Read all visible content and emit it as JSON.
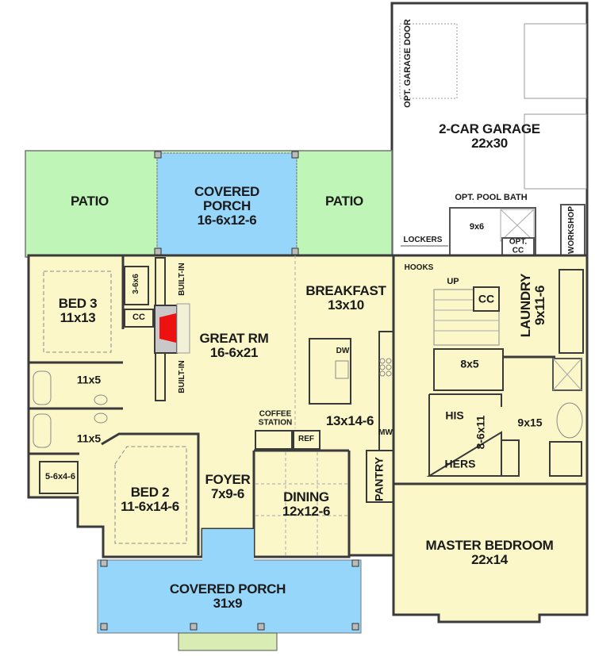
{
  "colors": {
    "interior": "#fbf7c9",
    "garage": "#ffffff",
    "patio": "#bff5b6",
    "covered_porch": "#96d6fb",
    "wall": "#3a3a3a",
    "wall_fill": "#c8c8c8",
    "fireplace": "#ee1111",
    "text": "#1a1a1a"
  },
  "rooms": {
    "garage": {
      "name": "2-CAR GARAGE",
      "dim": "22x30"
    },
    "opt_garage_door": {
      "name": "OPT. GARAGE DOOR"
    },
    "pool_bath": {
      "name": "OPT. POOL BATH",
      "dim": "9x6"
    },
    "opt_cc": {
      "name": "OPT.",
      "dim": "CC"
    },
    "workshop": {
      "name": "WORKSHOP"
    },
    "lockers": {
      "name": "LOCKERS"
    },
    "hooks": {
      "name": "HOOKS"
    },
    "patio_left": {
      "name": "PATIO"
    },
    "patio_right": {
      "name": "PATIO"
    },
    "rear_porch": {
      "name": "COVERED PORCH",
      "dim": "16-6x12-6"
    },
    "bed3": {
      "name": "BED 3",
      "dim": "11x13"
    },
    "bed3_closet": {
      "dim": "3-6x6"
    },
    "bed3_cc": {
      "name": "CC"
    },
    "built_in_top": {
      "name": "BUILT-IN"
    },
    "built_in_bottom": {
      "name": "BUILT-IN"
    },
    "great_room": {
      "name": "GREAT RM",
      "dim": "16-6x21"
    },
    "breakfast": {
      "name": "BREAKFAST",
      "dim": "13x10"
    },
    "kitchen": {
      "dim": "13x14-6"
    },
    "dw": {
      "name": "DW"
    },
    "mw": {
      "name": "MW"
    },
    "ref": {
      "name": "REF"
    },
    "coffee_station": {
      "name": "COFFEE",
      "dim": "STATION"
    },
    "pantry": {
      "name": "PANTRY"
    },
    "bath_upper": {
      "dim": "11x5"
    },
    "bath_lower": {
      "dim": "11x5"
    },
    "bed2_closet": {
      "dim": "5-6x4-6"
    },
    "bed2": {
      "name": "BED 2",
      "dim": "11-6x14-6"
    },
    "foyer": {
      "name": "FOYER",
      "dim": "7x9-6"
    },
    "dining": {
      "name": "DINING",
      "dim": "12x12-6"
    },
    "stair_up": {
      "name": "UP"
    },
    "stair_cc": {
      "name": "CC"
    },
    "laundry": {
      "name": "LAUNDRY",
      "dim": "9x11-6"
    },
    "half_bath": {
      "dim": "8x5"
    },
    "his": {
      "name": "HIS"
    },
    "hers": {
      "name": "HERS"
    },
    "wic": {
      "dim": "8-6x11"
    },
    "master_bath": {
      "dim": "9x15"
    },
    "master_bedroom": {
      "name": "MASTER BEDROOM",
      "dim": "22x14"
    },
    "front_porch": {
      "name": "COVERED PORCH",
      "dim": "31x9"
    }
  }
}
